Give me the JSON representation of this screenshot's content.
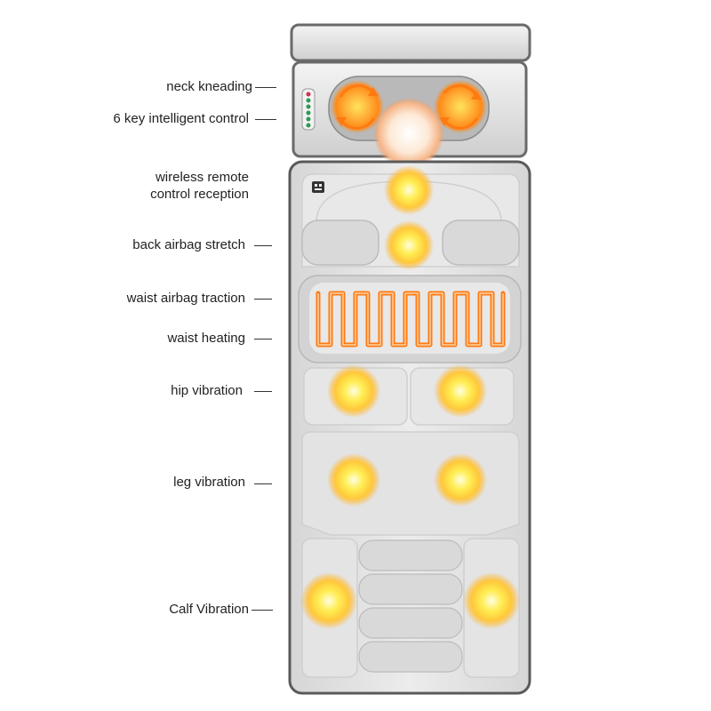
{
  "features": [
    {
      "id": "neck-kneading",
      "text": "neck kneading"
    },
    {
      "id": "intelligent-control",
      "text": "6 key intelligent control"
    },
    {
      "id": "wireless-remote-line1",
      "text": "wireless remote"
    },
    {
      "id": "wireless-remote-line2",
      "text": "control reception"
    },
    {
      "id": "back-airbag",
      "text": "back airbag stretch"
    },
    {
      "id": "waist-airbag",
      "text": "waist airbag traction"
    },
    {
      "id": "waist-heating",
      "text": "waist heating"
    },
    {
      "id": "hip-vibration",
      "text": "hip vibration"
    },
    {
      "id": "leg-vibration",
      "text": "leg vibration"
    },
    {
      "id": "calf-vibration",
      "text": "Calf Vibration"
    }
  ],
  "colors": {
    "mat_fill": "#e4e4e4",
    "mat_border": "#5a5a5a",
    "glow_core": "#ffe94a",
    "glow_outer": "#ff9a1f",
    "heating_coil": "#ff7a12"
  }
}
